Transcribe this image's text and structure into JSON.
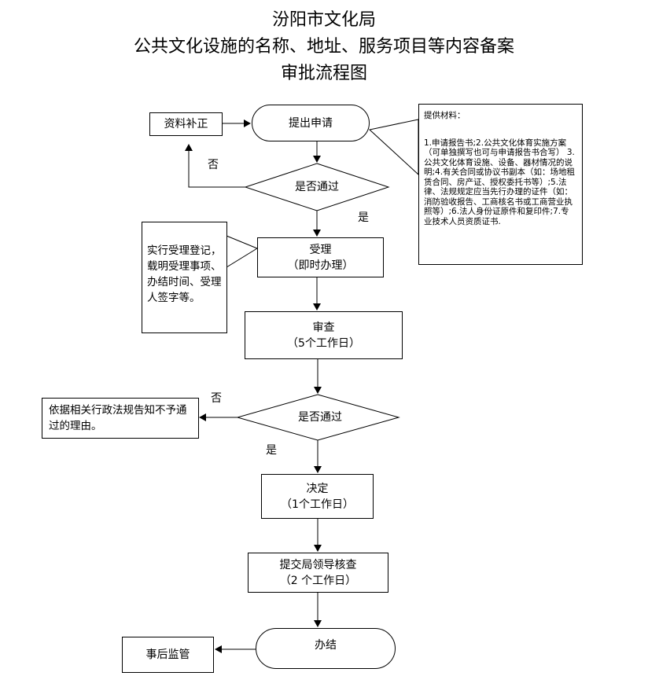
{
  "title": {
    "line1": "汾阳市文化局",
    "line2": "公共文化设施的名称、地址、服务项目等内容备案",
    "line3": "审批流程图"
  },
  "nodes": {
    "supplement": "资料补正",
    "apply": "提出申请",
    "check1": "是否通过",
    "accept": "受理",
    "accept_note": "（即时办理）",
    "review": "审查",
    "review_note": "（5个工作日）",
    "check2": "是否通过",
    "decide": "决定",
    "decide_note": "（1个工作日）",
    "leader": "提交局领导核查",
    "leader_note": "（2 个工作日）",
    "finish": "办结",
    "supervise": "事后监管"
  },
  "labels": {
    "no1": "否",
    "yes1": "是",
    "no2": "否",
    "yes2": "是"
  },
  "notes": {
    "accept_note": "实行受理登记，载明受理事项、办结时间、受理人签字等。",
    "reject_note": "依据相关行政法规告知不予通过的理由。",
    "materials_head": "提供材料：",
    "materials_body": "1.申请报告书;2.公共文化体育实施方案（可单独撰写也可与申请报告书合写） 3.公共文化体育设施、设备、器材情况的说明;4.有关合同或协议书副本（如：场地租赁合同、房产证、授权委托书等）;5.法律、法规规定应当先行办理的证件（如：消防验收报告、工商核名书或工商营业执照等）;6.法人身份证原件和复印件;7.专业技术人员资质证书."
  }
}
